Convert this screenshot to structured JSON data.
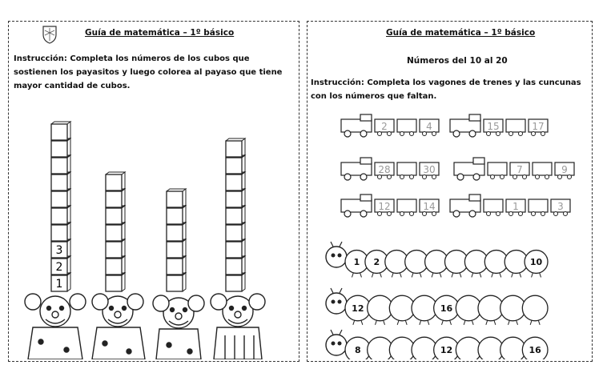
{
  "left_sheet": {
    "title": "Guía de matemática – 1º básico",
    "instruction": "Instrucción: Completa los números de los cubos que sostienen los payasitos y luego colorea al payaso que tiene mayor cantidad de cubos.",
    "cube_labels": [
      "1",
      "2",
      "3"
    ],
    "clowns": [
      {
        "name": "clown-1",
        "cubes": 10
      },
      {
        "name": "clown-2",
        "cubes": 7
      },
      {
        "name": "clown-3",
        "cubes": 6
      },
      {
        "name": "clown-4",
        "cubes": 9
      }
    ]
  },
  "right_sheet": {
    "title": "Guía de matemática – 1º básico",
    "subtitle": "Números del 10 al 20",
    "instruction": "Instrucción: Completa los vagones de trenes y las cuncunas con los números que faltan.",
    "trains": [
      {
        "wagons": [
          "2",
          "",
          "4"
        ]
      },
      {
        "wagons": [
          "15",
          "",
          "17"
        ]
      },
      {
        "wagons": [
          "28",
          "",
          "30"
        ]
      },
      {
        "wagons": [
          "",
          "7",
          "",
          "9"
        ]
      },
      {
        "wagons": [
          "12",
          "",
          "14"
        ]
      },
      {
        "wagons": [
          "",
          "1",
          "",
          "3"
        ]
      }
    ],
    "caterpillars": [
      {
        "numbers": [
          "1",
          "2",
          "",
          "",
          "",
          "",
          "",
          "",
          "",
          "10"
        ]
      },
      {
        "numbers": [
          "12",
          "",
          "",
          "",
          "16",
          "",
          "",
          "",
          ""
        ]
      },
      {
        "numbers": [
          "8",
          "",
          "",
          "",
          "12",
          "",
          "",
          "",
          "16"
        ]
      }
    ]
  }
}
